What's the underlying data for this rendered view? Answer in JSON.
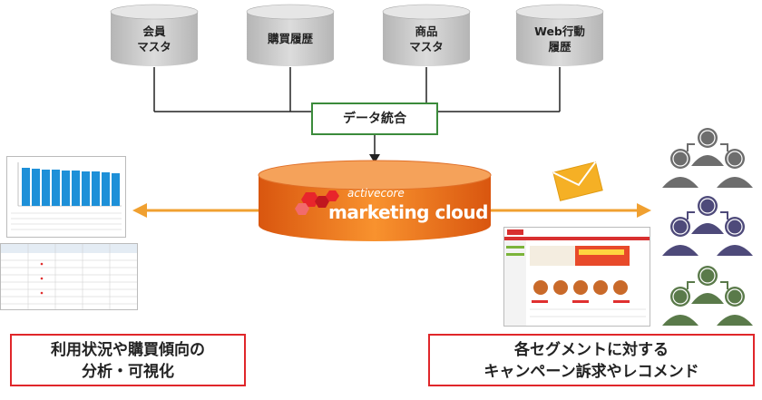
{
  "sources": [
    {
      "lines": [
        "会員",
        "マスタ"
      ]
    },
    {
      "lines": [
        "購買履歴"
      ]
    },
    {
      "lines": [
        "商品",
        "マスタ"
      ]
    },
    {
      "lines": [
        "Web行動",
        "履歴"
      ]
    }
  ],
  "integration_label": "データ統合",
  "hub": {
    "brand_small": "activecore",
    "brand_main": "marketing cloud"
  },
  "left_caption": [
    "利用状況や購買傾向の",
    "分析・可視化"
  ],
  "right_caption": [
    "各セグメントに対する",
    "キャンペーン訴求やレコメンド"
  ],
  "colors": {
    "cylinder_gray": "#c8c8c8",
    "hub_orange": "#f07a1a",
    "arrow_orange": "#f0a030",
    "integration_border": "#3b8b3b",
    "caption_border": "#e0262a",
    "persons": [
      "#6d6d6d",
      "#4e4a7a",
      "#5a7a4a"
    ]
  },
  "icons": [
    "envelope-icon",
    "person-group-icon"
  ]
}
